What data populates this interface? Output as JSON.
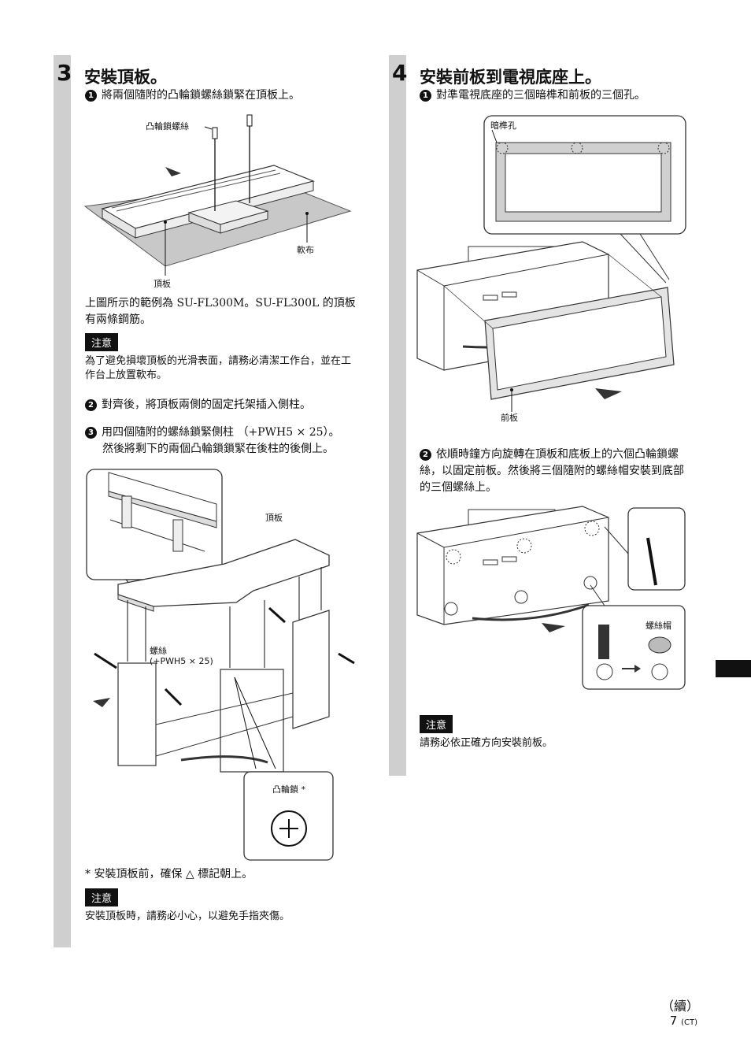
{
  "step3": {
    "number": "3",
    "title": "安裝頂板。",
    "sub1": "將兩個隨附的凸輪鎖螺絲鎖緊在頂板上。",
    "fig1": {
      "cam_screw": "凸輪鎖螺絲",
      "soft_cloth": "軟布",
      "top_board": "頂板"
    },
    "model_text": "上圖所示的範例為 SU-FL300M。SU-FL300L 的頂板有兩條鋼筋。",
    "note_label": "注意",
    "note1": "為了避免損壞頂板的光滑表面，請務必清潔工作台，並在工作台上放置軟布。",
    "sub2": "對齊後，將頂板兩側的固定托架插入側柱。",
    "sub3_line1": "用四個隨附的螺絲鎖緊側柱 （+PWH5 × 25）。",
    "sub3_line2": "然後將剩下的兩個凸輪鎖鎖緊在後柱的後側上。",
    "fig2": {
      "top_board": "頂板",
      "screw": "螺絲",
      "screw_spec": "(+PWH5 × 25)",
      "cam_lock": "凸輪鎖 *"
    },
    "footnote": "*  安裝頂板前，確保 △ 標記朝上。",
    "note2": "安裝頂板時，請務必小心，以避免手指夾傷。"
  },
  "step4": {
    "number": "4",
    "title": "安裝前板到電視底座上。",
    "sub1": "對準電視底座的三個暗榫和前板的三個孔。",
    "fig1": {
      "dowel_hole": "暗榫孔",
      "front_board": "前板"
    },
    "sub2": "依順時鐘方向旋轉在頂板和底板上的六個凸輪鎖螺絲，以固定前板。然後將三個隨附的螺絲帽安裝到底部的三個螺絲上。",
    "fig2": {
      "screw_cap": "螺絲帽"
    },
    "note_label": "注意",
    "note": "請務必依正確方向安裝前板。"
  },
  "footer": {
    "continued": "（續）",
    "page": "7",
    "lang": "(CT)"
  }
}
